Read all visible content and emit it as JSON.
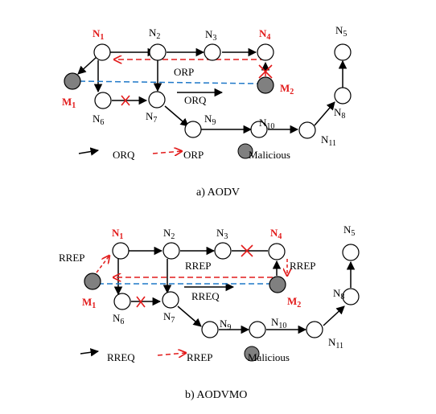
{
  "colors": {
    "ink": "#000000",
    "malicious_fill": "#808080",
    "accent_red": "#e21b1b",
    "dash_blue": "#1f78c8"
  },
  "panel_a": {
    "caption": "a)    AODV",
    "nodes": {
      "N1": {
        "sym": "N",
        "sub": "1"
      },
      "N2": {
        "sym": "N",
        "sub": "2"
      },
      "N3": {
        "sym": "N",
        "sub": "3"
      },
      "N4": {
        "sym": "N",
        "sub": "4"
      },
      "N5": {
        "sym": "N",
        "sub": "5"
      },
      "N6": {
        "sym": "N",
        "sub": "6"
      },
      "N7": {
        "sym": "N",
        "sub": "7"
      },
      "N8": {
        "sym": "N",
        "sub": "8"
      },
      "N9": {
        "sym": "N",
        "sub": "9"
      },
      "N10": {
        "sym": "N",
        "sub": "10"
      },
      "N11": {
        "sym": "N",
        "sub": "11"
      },
      "M1": {
        "sym": "M",
        "sub": "1"
      },
      "M2": {
        "sym": "M",
        "sub": "2"
      }
    },
    "labels": {
      "reply": "ORP",
      "request": "ORQ"
    },
    "legend": {
      "request": "ORQ",
      "reply": "ORP",
      "malicious": "Malicious"
    }
  },
  "panel_b": {
    "caption": "b)    AODVMO",
    "nodes": {
      "N1": {
        "sym": "N",
        "sub": "1"
      },
      "N2": {
        "sym": "N",
        "sub": "2"
      },
      "N3": {
        "sym": "N",
        "sub": "3"
      },
      "N4": {
        "sym": "N",
        "sub": "4"
      },
      "N5": {
        "sym": "N",
        "sub": "5"
      },
      "N6": {
        "sym": "N",
        "sub": "6"
      },
      "N7": {
        "sym": "N",
        "sub": "7"
      },
      "N8": {
        "sym": "N",
        "sub": "8"
      },
      "N9": {
        "sym": "N",
        "sub": "9"
      },
      "N10": {
        "sym": "N",
        "sub": "10"
      },
      "N11": {
        "sym": "N",
        "sub": "11"
      },
      "M1": {
        "sym": "M",
        "sub": "1"
      },
      "M2": {
        "sym": "M",
        "sub": "2"
      }
    },
    "labels": {
      "reply_left": "RREP",
      "reply_mid": "RREP",
      "reply_right": "RREP",
      "request": "RREQ"
    },
    "legend": {
      "request": "RREQ",
      "reply": "RREP",
      "malicious": "Malicious"
    }
  }
}
